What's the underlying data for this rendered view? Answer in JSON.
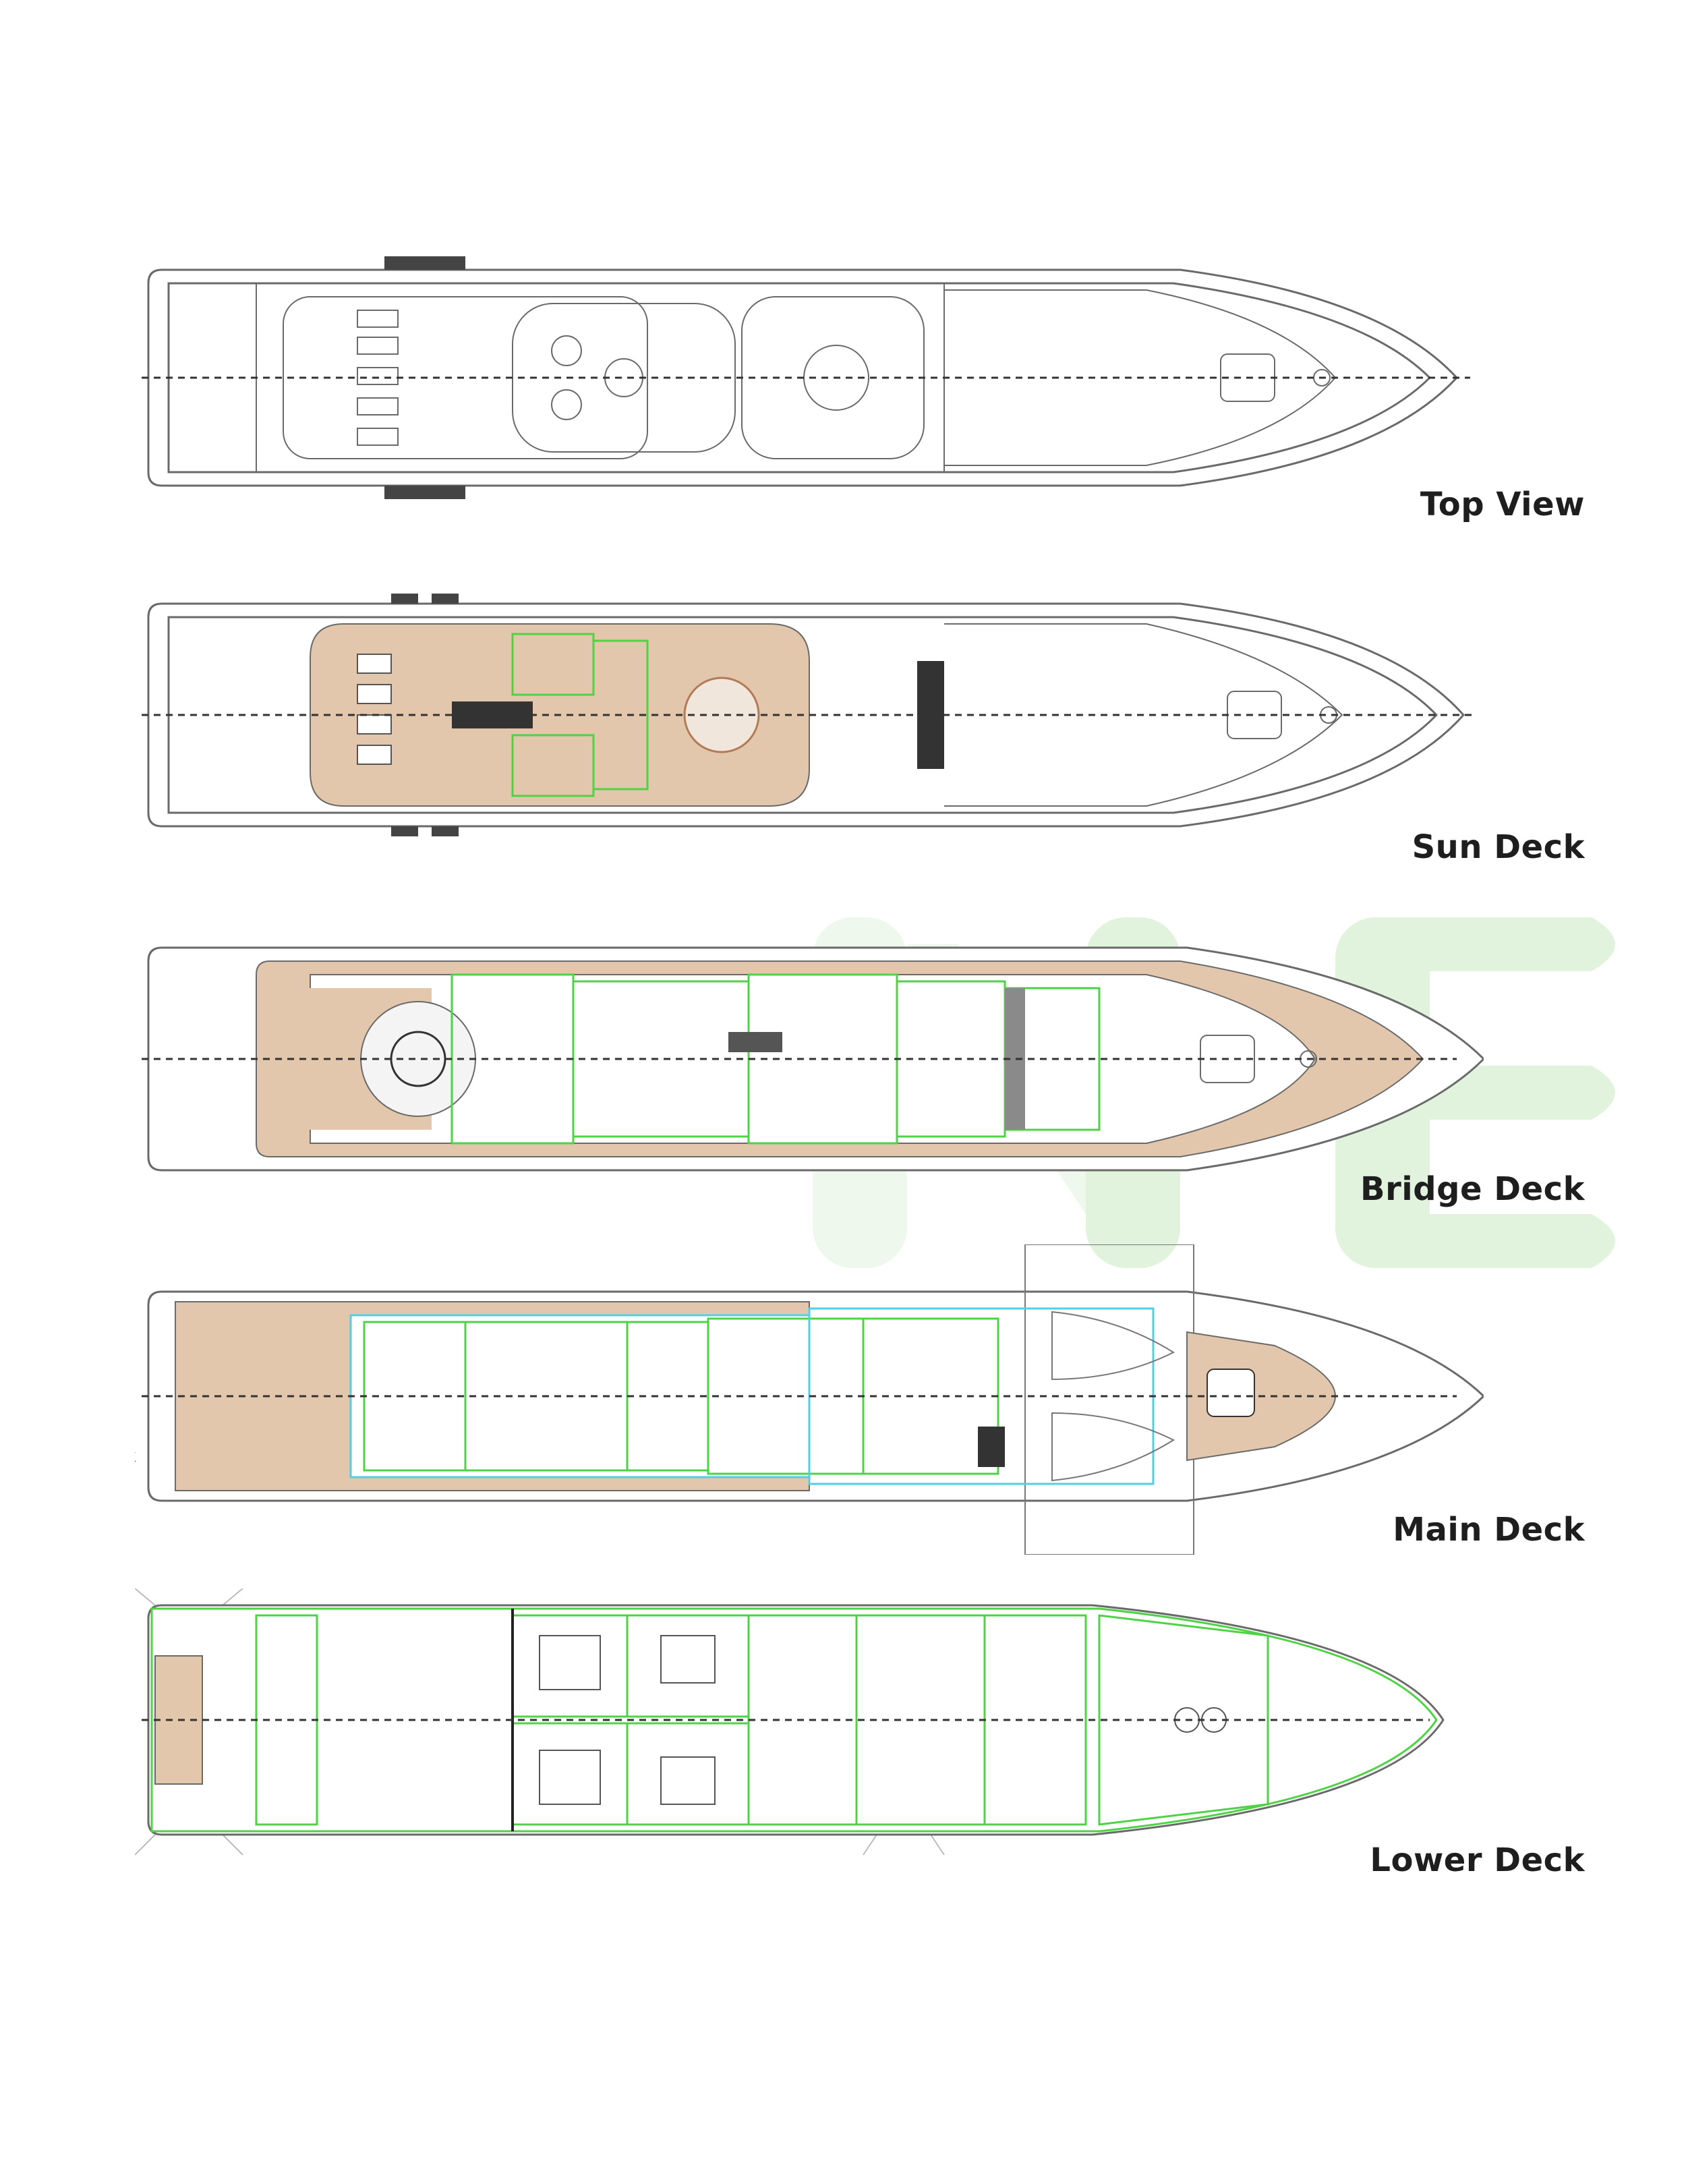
{
  "colors": {
    "hull_line": "#6a6a6a",
    "teak": "#e3c7ad",
    "green_plan": "#4dd344",
    "cyan_plan": "#4fd0e6",
    "watermark": "#dff3da",
    "label": "#1e1e1e"
  },
  "decks": [
    {
      "key": "top",
      "label": "Top View"
    },
    {
      "key": "sun",
      "label": "Sun Deck"
    },
    {
      "key": "bridge",
      "label": "Bridge Deck"
    },
    {
      "key": "main",
      "label": "Main Deck"
    },
    {
      "key": "lower",
      "label": "Lower Deck"
    }
  ]
}
